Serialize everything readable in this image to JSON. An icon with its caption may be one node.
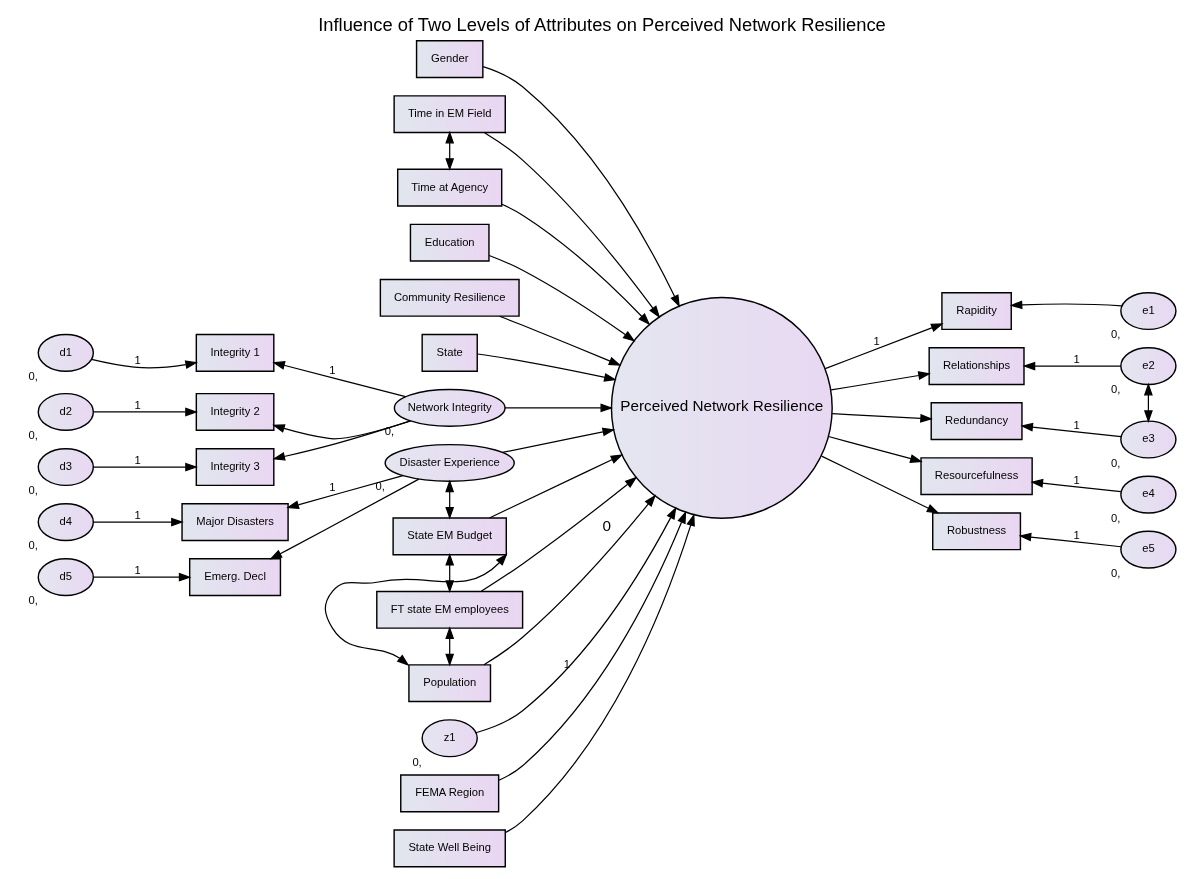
{
  "diagram": {
    "title": "Influence of Two Levels of Attributes on Perceived Network Resilience",
    "nodes": [
      {
        "text": [
          "State"
        ]
      },
      {
        "text": [
          "Gender"
        ]
      },
      {
        "text": [
          "Time in EM Field"
        ]
      },
      {
        "text": [
          "Time at Agency"
        ]
      },
      {
        "text": [
          "Education"
        ]
      },
      {
        "text": [
          "Community Resilience"
        ]
      },
      {
        "text": [
          "Perceived Network Resilience"
        ],
        "beside": [
          "0"
        ]
      },
      {
        "text": [
          "Rapidity"
        ]
      },
      {
        "text": [
          "e1"
        ],
        "beside": [
          "0,"
        ]
      },
      {
        "text": [
          "d1"
        ],
        "beside": [
          "0,"
        ]
      },
      {
        "text": [
          "Integrity 1"
        ]
      },
      {
        "text": [
          "Relationships"
        ]
      },
      {
        "text": [
          "e2"
        ],
        "beside": [
          "0,"
        ]
      },
      {
        "text": [
          "Network Integrity"
        ],
        "beside": [
          "0,"
        ]
      },
      {
        "text": [
          "d2"
        ],
        "beside": [
          "0,"
        ]
      },
      {
        "text": [
          "Integrity 2"
        ]
      },
      {
        "text": [
          "Redundancy"
        ]
      },
      {
        "text": [
          "e3"
        ],
        "beside": [
          "0,"
        ]
      },
      {
        "text": [
          "d3"
        ],
        "beside": [
          "0,"
        ]
      },
      {
        "text": [
          "Integrity 3"
        ]
      },
      {
        "text": [
          "Resourcefulness"
        ]
      },
      {
        "text": [
          "e4"
        ],
        "beside": [
          "0,"
        ]
      },
      {
        "text": [
          "Disaster Experience"
        ],
        "beside": [
          "0,"
        ]
      },
      {
        "text": [
          "d4"
        ],
        "beside": [
          "0,"
        ]
      },
      {
        "text": [
          "Major Disasters"
        ]
      },
      {
        "text": [
          "Robustness"
        ]
      },
      {
        "text": [
          "e5"
        ],
        "beside": [
          "0,"
        ]
      },
      {
        "text": [
          "z1"
        ],
        "beside": [
          "0,"
        ]
      },
      {
        "text": [
          "d5"
        ],
        "beside": [
          "0,"
        ]
      },
      {
        "text": [
          "Emerg. Decl"
        ]
      },
      {
        "text": [
          "State EM Budget"
        ]
      },
      {
        "text": [
          "FT state EM employees"
        ]
      },
      {
        "text": [
          "Population"
        ]
      },
      {
        "text": [
          "FEMA Region"
        ]
      },
      {
        "text": [
          "State Well Being"
        ]
      }
    ],
    "edges": [
      {
        "from": 0,
        "to": 6,
        "arrow": "to"
      },
      {
        "from": 1,
        "to": 6,
        "arrow": "to"
      },
      {
        "from": 2,
        "to": 6,
        "arrow": "to"
      },
      {
        "from": 3,
        "to": 6,
        "arrow": "to"
      },
      {
        "from": 4,
        "to": 6,
        "arrow": "to"
      },
      {
        "from": 5,
        "to": 6,
        "arrow": "to"
      },
      {
        "from": 2,
        "to": 3,
        "arrow": "both"
      },
      {
        "from": 13,
        "to": 6,
        "arrow": "to"
      },
      {
        "from": 22,
        "to": 6,
        "arrow": "to"
      },
      {
        "from": 30,
        "to": 6,
        "arrow": "to"
      },
      {
        "from": 31,
        "to": 6,
        "arrow": "to"
      },
      {
        "from": 32,
        "to": 6,
        "arrow": "to"
      },
      {
        "from": 33,
        "to": 6,
        "arrow": "to"
      },
      {
        "from": 34,
        "to": 6,
        "arrow": "to"
      },
      {
        "from": 27,
        "to": 6,
        "arrow": "to",
        "label": "1"
      },
      {
        "from": 6,
        "to": 7,
        "arrow": "to",
        "label": "1"
      },
      {
        "from": 6,
        "to": 11,
        "arrow": "to"
      },
      {
        "from": 6,
        "to": 16,
        "arrow": "to"
      },
      {
        "from": 6,
        "to": 20,
        "arrow": "to"
      },
      {
        "from": 6,
        "to": 25,
        "arrow": "to"
      },
      {
        "from": 8,
        "to": 7,
        "arrow": "to"
      },
      {
        "from": 12,
        "to": 11,
        "arrow": "to",
        "label": "1"
      },
      {
        "from": 17,
        "to": 16,
        "arrow": "to",
        "label": "1"
      },
      {
        "from": 21,
        "to": 20,
        "arrow": "to",
        "label": "1"
      },
      {
        "from": 26,
        "to": 25,
        "arrow": "to",
        "label": "1"
      },
      {
        "from": 12,
        "to": 17,
        "arrow": "both"
      },
      {
        "from": 13,
        "to": 10,
        "arrow": "to",
        "label": "1"
      },
      {
        "from": 13,
        "to": 15,
        "arrow": "to"
      },
      {
        "from": 13,
        "to": 19,
        "arrow": "to"
      },
      {
        "from": 9,
        "to": 10,
        "arrow": "to",
        "label": "1"
      },
      {
        "from": 14,
        "to": 15,
        "arrow": "to",
        "label": "1"
      },
      {
        "from": 18,
        "to": 19,
        "arrow": "to",
        "label": "1"
      },
      {
        "from": 22,
        "to": 24,
        "arrow": "to",
        "label": "1"
      },
      {
        "from": 22,
        "to": 29,
        "arrow": "to"
      },
      {
        "from": 23,
        "to": 24,
        "arrow": "to",
        "label": "1"
      },
      {
        "from": 28,
        "to": 29,
        "arrow": "to",
        "label": "1"
      },
      {
        "from": 22,
        "to": 30,
        "arrow": "both"
      },
      {
        "from": 30,
        "to": 31,
        "arrow": "both"
      },
      {
        "from": 30,
        "to": 32,
        "arrow": "both"
      },
      {
        "from": 31,
        "to": 32,
        "arrow": "both"
      }
    ]
  }
}
